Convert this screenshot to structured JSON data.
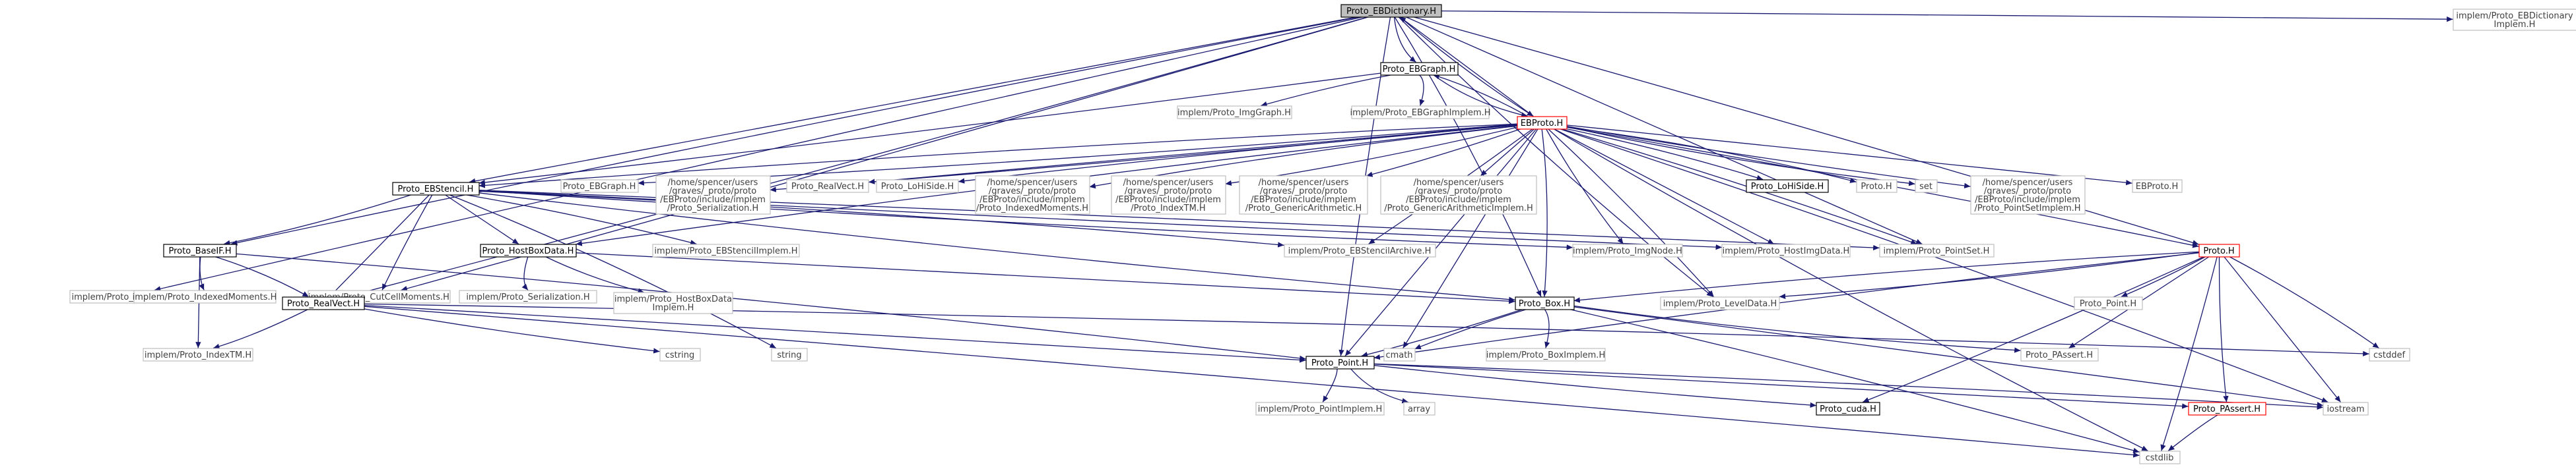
{
  "colors": {
    "node_box": "#000000",
    "node_grey": "#bfbfbf",
    "node_red": "#ff0000",
    "edge": "#191970",
    "text": "#000000",
    "text_grey": "#404040",
    "root_fill": "#bfbfbf"
  },
  "nodes": [
    {
      "id": "root",
      "lines": [
        "Proto_EBDictionary.H"
      ],
      "style": "root"
    },
    {
      "id": "implem_ebdict",
      "lines": [
        "implem/Proto_EBDictionary",
        "Implem.H"
      ],
      "style": "grey"
    },
    {
      "id": "ebgraph",
      "lines": [
        "Proto_EBGraph.H"
      ],
      "style": "box"
    },
    {
      "id": "implem_imggraph",
      "lines": [
        "implem/Proto_ImgGraph.H"
      ],
      "style": "grey"
    },
    {
      "id": "implem_ebgraphimplem",
      "lines": [
        "implem/Proto_EBGraphImplem.H"
      ],
      "style": "grey"
    },
    {
      "id": "ebproto",
      "lines": [
        "EBProto.H"
      ],
      "style": "red"
    },
    {
      "id": "ebstencil",
      "lines": [
        "Proto_EBStencil.H"
      ],
      "style": "box"
    },
    {
      "id": "proto_ebgraph_g",
      "lines": [
        "Proto_EBGraph.H"
      ],
      "style": "grey"
    },
    {
      "id": "home_serialization",
      "lines": [
        "/home/spencer/users",
        "/graves/_proto/proto",
        "/EBProto/include/implem",
        "/Proto_Serialization.H"
      ],
      "style": "grey"
    },
    {
      "id": "realvect_g",
      "lines": [
        "Proto_RealVect.H"
      ],
      "style": "grey"
    },
    {
      "id": "lohiside_g",
      "lines": [
        "Proto_LoHiSide.H"
      ],
      "style": "grey"
    },
    {
      "id": "home_indexedmoments",
      "lines": [
        "/home/spencer/users",
        "/graves/_proto/proto",
        "/EBProto/include/implem",
        "/Proto_IndexedMoments.H"
      ],
      "style": "grey"
    },
    {
      "id": "home_indextm",
      "lines": [
        "/home/spencer/users",
        "/graves/_proto/proto",
        "/EBProto/include/implem",
        "/Proto_IndexTM.H"
      ],
      "style": "grey"
    },
    {
      "id": "home_genericarith",
      "lines": [
        "/home/spencer/users",
        "/graves/_proto/proto",
        "/EBProto/include/implem",
        "/Proto_GenericArithmetic.H"
      ],
      "style": "grey"
    },
    {
      "id": "home_genericarithimplem",
      "lines": [
        "/home/spencer/users",
        "/graves/_proto/proto",
        "/EBProto/include/implem",
        "/Proto_GenericArithmeticImplem.H"
      ],
      "style": "grey"
    },
    {
      "id": "lohiside_box",
      "lines": [
        "Proto_LoHiSide.H"
      ],
      "style": "box"
    },
    {
      "id": "proto_h_g",
      "lines": [
        "Proto.H"
      ],
      "style": "grey"
    },
    {
      "id": "set",
      "lines": [
        "set"
      ],
      "style": "grey"
    },
    {
      "id": "home_pointsetimplem",
      "lines": [
        "/home/spencer/users",
        "/graves/_proto/proto",
        "/EBProto/include/implem",
        "/Proto_PointSetImplem.H"
      ],
      "style": "grey"
    },
    {
      "id": "ebproto_g",
      "lines": [
        "EBProto.H"
      ],
      "style": "grey"
    },
    {
      "id": "proto_red",
      "lines": [
        "Proto.H"
      ],
      "style": "red"
    },
    {
      "id": "lsquares",
      "lines": [
        "implem/Proto_LSquares.H"
      ],
      "style": "grey"
    },
    {
      "id": "basef",
      "lines": [
        "Proto_BaseIF.H"
      ],
      "style": "box"
    },
    {
      "id": "cutcellmoments",
      "lines": [
        "implem/Proto_CutCellMoments.H"
      ],
      "style": "grey"
    },
    {
      "id": "hostboxdata",
      "lines": [
        "Proto_HostBoxData.H"
      ],
      "style": "box"
    },
    {
      "id": "ebstencilimplem",
      "lines": [
        "implem/Proto_EBStencilImplem.H"
      ],
      "style": "grey"
    },
    {
      "id": "ebstencilarchive",
      "lines": [
        "implem/Proto_EBStencilArchive.H"
      ],
      "style": "grey"
    },
    {
      "id": "imgnode",
      "lines": [
        "implem/Proto_ImgNode.H"
      ],
      "style": "grey"
    },
    {
      "id": "hostimgdata",
      "lines": [
        "implem/Proto_HostImgData.H"
      ],
      "style": "grey"
    },
    {
      "id": "pointset",
      "lines": [
        "implem/Proto_PointSet.H"
      ],
      "style": "grey"
    },
    {
      "id": "indexedmoments",
      "lines": [
        "implem/Proto_IndexedMoments.H"
      ],
      "style": "grey"
    },
    {
      "id": "realvect_box",
      "lines": [
        "Proto_RealVect.H"
      ],
      "style": "box"
    },
    {
      "id": "serialization",
      "lines": [
        "implem/Proto_Serialization.H"
      ],
      "style": "grey"
    },
    {
      "id": "hostboxdataimplem",
      "lines": [
        "implem/Proto_HostBoxData",
        "Implem.H"
      ],
      "style": "grey"
    },
    {
      "id": "box",
      "lines": [
        "Proto_Box.H"
      ],
      "style": "box"
    },
    {
      "id": "leveldata",
      "lines": [
        "implem/Proto_LevelData.H"
      ],
      "style": "grey"
    },
    {
      "id": "point_g",
      "lines": [
        "Proto_Point.H"
      ],
      "style": "grey"
    },
    {
      "id": "indextm",
      "lines": [
        "implem/Proto_IndexTM.H"
      ],
      "style": "grey"
    },
    {
      "id": "cstring",
      "lines": [
        "cstring"
      ],
      "style": "grey"
    },
    {
      "id": "string",
      "lines": [
        "string"
      ],
      "style": "grey"
    },
    {
      "id": "cmath",
      "lines": [
        "cmath"
      ],
      "style": "grey"
    },
    {
      "id": "boximplem",
      "lines": [
        "implem/Proto_BoxImplem.H"
      ],
      "style": "grey"
    },
    {
      "id": "passert_g",
      "lines": [
        "Proto_PAssert.H"
      ],
      "style": "grey"
    },
    {
      "id": "cstddef",
      "lines": [
        "cstddef"
      ],
      "style": "grey"
    },
    {
      "id": "point_box",
      "lines": [
        "Proto_Point.H"
      ],
      "style": "box"
    },
    {
      "id": "pointimplem",
      "lines": [
        "implem/Proto_PointImplem.H"
      ],
      "style": "grey"
    },
    {
      "id": "array",
      "lines": [
        "array"
      ],
      "style": "grey"
    },
    {
      "id": "cuda",
      "lines": [
        "Proto_cuda.H"
      ],
      "style": "box"
    },
    {
      "id": "passert_red",
      "lines": [
        "Proto_PAssert.H"
      ],
      "style": "red"
    },
    {
      "id": "iostream",
      "lines": [
        "iostream"
      ],
      "style": "grey"
    },
    {
      "id": "cstdlib",
      "lines": [
        "cstdlib"
      ],
      "style": "grey"
    }
  ],
  "edges": [
    [
      "root",
      "ebgraph"
    ],
    [
      "root",
      "ebproto"
    ],
    [
      "root",
      "ebstencil"
    ],
    [
      "root",
      "lsquares"
    ],
    [
      "root",
      "basef"
    ],
    [
      "root",
      "realvect_box"
    ],
    [
      "root",
      "point_box"
    ],
    [
      "root",
      "implem_ebdict"
    ],
    [
      "root",
      "proto_red"
    ],
    [
      "root",
      "box"
    ],
    [
      "root",
      "leveldata"
    ],
    [
      "root",
      "cutcellmoments"
    ],
    [
      "root",
      "pointset"
    ],
    [
      "ebgraph",
      "implem_imggraph"
    ],
    [
      "ebgraph",
      "implem_ebgraphimplem"
    ],
    [
      "ebgraph",
      "ebproto"
    ],
    [
      "ebgraph",
      "ebstencil"
    ],
    [
      "ebproto",
      "root"
    ],
    [
      "ebproto",
      "ebgraph"
    ],
    [
      "ebproto",
      "ebstencil"
    ],
    [
      "ebproto",
      "proto_ebgraph_g"
    ],
    [
      "ebproto",
      "home_serialization"
    ],
    [
      "ebproto",
      "realvect_g"
    ],
    [
      "ebproto",
      "lohiside_g"
    ],
    [
      "ebproto",
      "home_indexedmoments"
    ],
    [
      "ebproto",
      "home_indextm"
    ],
    [
      "ebproto",
      "home_genericarith"
    ],
    [
      "ebproto",
      "home_genericarithimplem"
    ],
    [
      "ebproto",
      "lohiside_box"
    ],
    [
      "ebproto",
      "proto_h_g"
    ],
    [
      "ebproto",
      "set"
    ],
    [
      "ebproto",
      "home_pointsetimplem"
    ],
    [
      "ebproto",
      "ebproto_g"
    ],
    [
      "ebproto",
      "proto_red"
    ],
    [
      "ebproto",
      "hostboxdata"
    ],
    [
      "ebproto",
      "ebstencilarchive"
    ],
    [
      "ebproto",
      "imgnode"
    ],
    [
      "ebproto",
      "hostimgdata"
    ],
    [
      "ebproto",
      "pointset"
    ],
    [
      "ebproto",
      "iostream"
    ],
    [
      "ebproto",
      "cstdlib"
    ],
    [
      "ebproto",
      "point_box"
    ],
    [
      "ebproto",
      "cmath"
    ],
    [
      "ebproto",
      "leveldata"
    ],
    [
      "ebproto",
      "box"
    ],
    [
      "ebstencil",
      "basef"
    ],
    [
      "ebstencil",
      "cutcellmoments"
    ],
    [
      "ebstencil",
      "hostboxdata"
    ],
    [
      "ebstencil",
      "ebstencilimplem"
    ],
    [
      "ebstencil",
      "ebstencilarchive"
    ],
    [
      "ebstencil",
      "imgnode"
    ],
    [
      "ebstencil",
      "hostimgdata"
    ],
    [
      "ebstencil",
      "pointset"
    ],
    [
      "ebstencil",
      "realvect_box"
    ],
    [
      "ebstencil",
      "string"
    ],
    [
      "ebstencil",
      "box"
    ],
    [
      "basef",
      "indexedmoments"
    ],
    [
      "basef",
      "indextm"
    ],
    [
      "basef",
      "realvect_box"
    ],
    [
      "basef",
      "point_box"
    ],
    [
      "realvect_box",
      "indextm"
    ],
    [
      "realvect_box",
      "cstring"
    ],
    [
      "realvect_box",
      "point_box"
    ],
    [
      "realvect_box",
      "cstdlib"
    ],
    [
      "realvect_box",
      "cstddef"
    ],
    [
      "hostboxdata",
      "serialization"
    ],
    [
      "hostboxdata",
      "hostboxdataimplem"
    ],
    [
      "hostboxdata",
      "box"
    ],
    [
      "box",
      "cmath"
    ],
    [
      "box",
      "boximplem"
    ],
    [
      "box",
      "passert_g"
    ],
    [
      "box",
      "point_box"
    ],
    [
      "box",
      "iostream"
    ],
    [
      "box",
      "cstdlib"
    ],
    [
      "point_box",
      "pointimplem"
    ],
    [
      "point_box",
      "array"
    ],
    [
      "point_box",
      "cuda"
    ],
    [
      "point_box",
      "passert_red"
    ],
    [
      "point_box",
      "iostream"
    ],
    [
      "proto_red",
      "box"
    ],
    [
      "proto_red",
      "leveldata"
    ],
    [
      "proto_red",
      "point_g"
    ],
    [
      "proto_red",
      "passert_g"
    ],
    [
      "proto_red",
      "cstddef"
    ],
    [
      "proto_red",
      "point_box"
    ],
    [
      "proto_red",
      "cuda"
    ],
    [
      "proto_red",
      "passert_red"
    ],
    [
      "proto_red",
      "iostream"
    ],
    [
      "proto_red",
      "cstdlib"
    ],
    [
      "passert_red",
      "cstdlib"
    ]
  ]
}
